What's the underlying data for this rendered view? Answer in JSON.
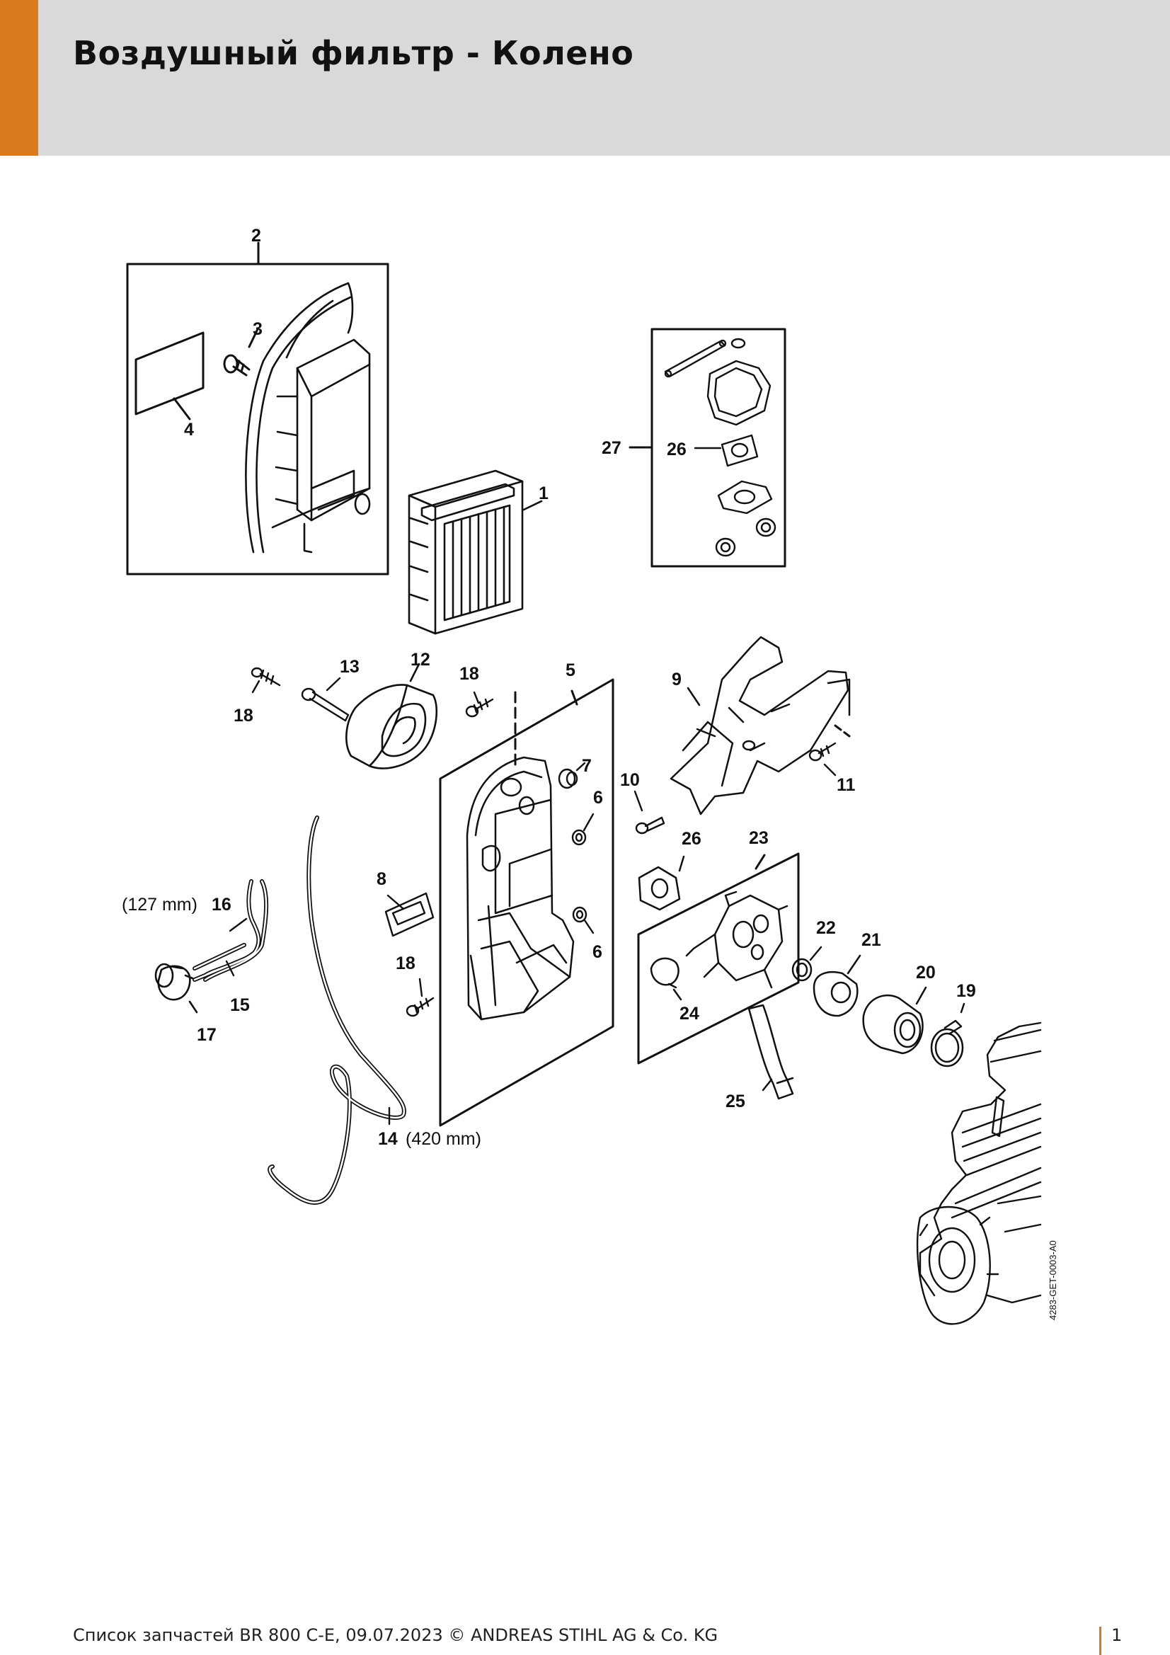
{
  "header": {
    "title": "Воздушный фильтр - Колено"
  },
  "callouts": {
    "c1": "1",
    "c2": "2",
    "c3": "3",
    "c4": "4",
    "c5": "5",
    "c6a": "6",
    "c6b": "6",
    "c7": "7",
    "c8": "8",
    "c9": "9",
    "c10": "10",
    "c11": "11",
    "c12": "12",
    "c13": "13",
    "c14": "14",
    "c14_length": "(420 mm)",
    "c15": "15",
    "c16": "16",
    "c16_length": "(127 mm)",
    "c17": "17",
    "c18a": "18",
    "c18b": "18",
    "c18c": "18",
    "c19": "19",
    "c20": "20",
    "c21": "21",
    "c22": "22",
    "c23": "23",
    "c24": "24",
    "c25": "25",
    "c26a": "26",
    "c26b": "26",
    "c27": "27"
  },
  "drawing_code": "4283-GET-0003-A0",
  "footer": {
    "text": "Список запчастей BR 800 C-E, 09.07.2023 © ANDREAS STIHL AG & Co. KG",
    "page_number": "1"
  },
  "colors": {
    "accent": "#d97a1f",
    "header_bg": "#d9d9d9",
    "line": "#111111"
  }
}
